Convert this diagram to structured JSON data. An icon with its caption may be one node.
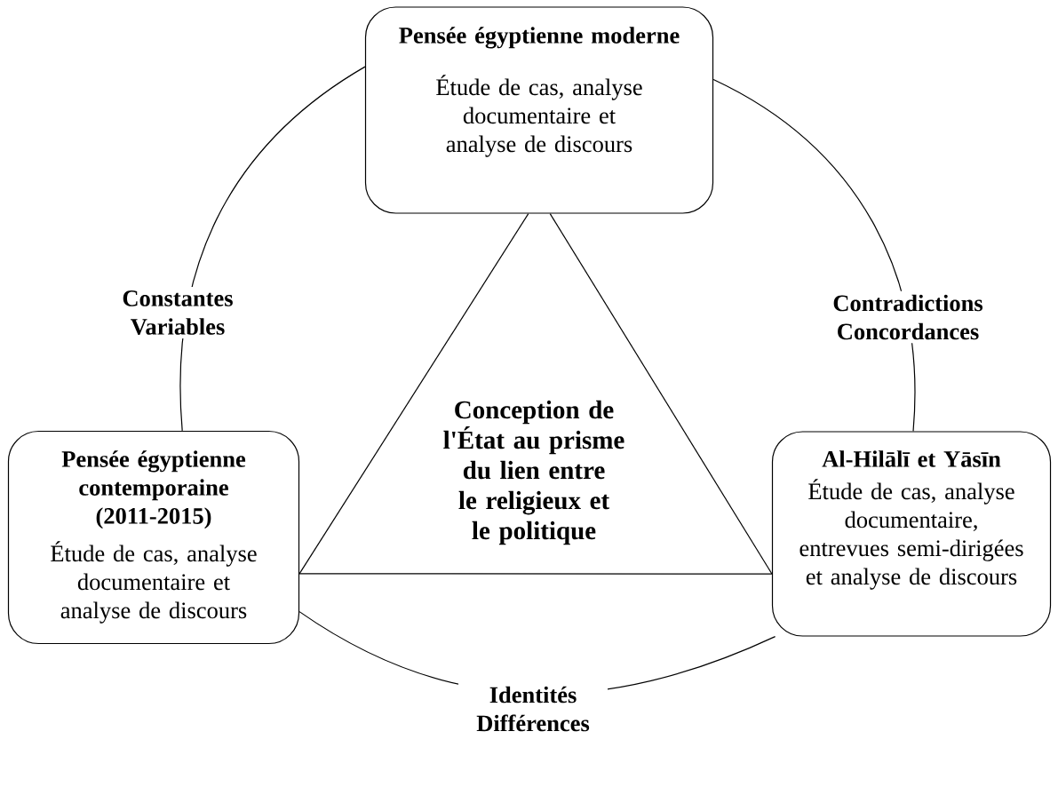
{
  "diagram": {
    "nodes": [
      {
        "text": [
          "Pensée égyptienne moderne",
          "Étude de cas, analyse documentaire et analyse de discours"
        ]
      },
      {
        "text": [
          "Pensée égyptienne contemporaine (2011-2015)",
          "Étude de cas, analyse documentaire et analyse de discours"
        ]
      },
      {
        "text": [
          "Al-Hilālī et Yāsīn",
          "Étude de cas, analyse documentaire, entrevues semi-dirigées et analyse de discours"
        ]
      }
    ],
    "edges": [
      {
        "from": 0,
        "to": 1,
        "arrow": "none",
        "label": "Constantes Variables"
      },
      {
        "from": 0,
        "to": 2,
        "arrow": "none",
        "label": "Contradictions Concordances"
      },
      {
        "from": 1,
        "to": 2,
        "arrow": "none",
        "label": "Identités Différences"
      },
      {
        "from": 0,
        "to": 1,
        "arrow": "none"
      },
      {
        "from": 0,
        "to": 2,
        "arrow": "none"
      },
      {
        "from": 1,
        "to": 2,
        "arrow": "none"
      }
    ],
    "labels": [
      "Conception de l'État au prisme du lien entre le religieux et le politique"
    ]
  }
}
